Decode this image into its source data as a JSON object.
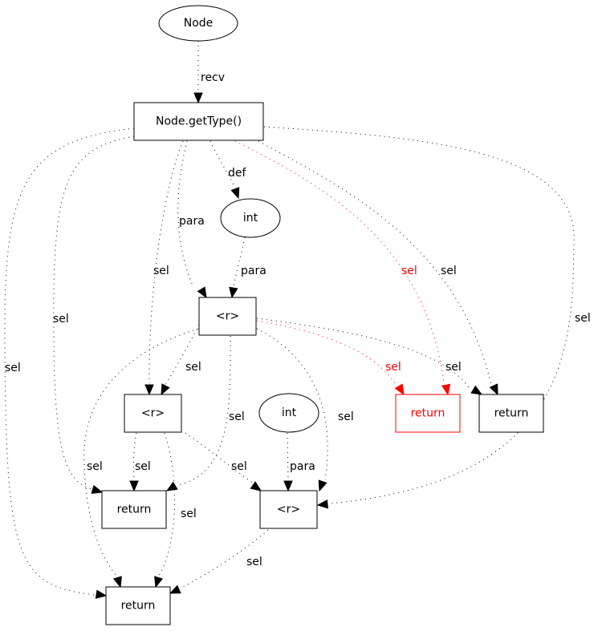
{
  "graph": {
    "nodes": [
      {
        "id": "node",
        "label": "Node",
        "shape": "ellipse",
        "color": "#000000"
      },
      {
        "id": "getType",
        "label": "Node.getType()",
        "shape": "box",
        "color": "#000000"
      },
      {
        "id": "int1",
        "label": "int",
        "shape": "ellipse",
        "color": "#000000"
      },
      {
        "id": "r1",
        "label": "<r>",
        "shape": "box",
        "color": "#000000"
      },
      {
        "id": "r2",
        "label": "<r>",
        "shape": "box",
        "color": "#000000"
      },
      {
        "id": "int2",
        "label": "int",
        "shape": "ellipse",
        "color": "#000000"
      },
      {
        "id": "ret_red",
        "label": "return",
        "shape": "box",
        "color": "#ff0000"
      },
      {
        "id": "ret_right",
        "label": "return",
        "shape": "box",
        "color": "#000000"
      },
      {
        "id": "ret_mid",
        "label": "return",
        "shape": "box",
        "color": "#000000"
      },
      {
        "id": "r3",
        "label": "<r>",
        "shape": "box",
        "color": "#000000"
      },
      {
        "id": "ret_bottom",
        "label": "return",
        "shape": "box",
        "color": "#000000"
      }
    ],
    "edges": [
      {
        "from": "node",
        "to": "getType",
        "label": "recv",
        "color": "#000000"
      },
      {
        "from": "getType",
        "to": "int1",
        "label": "def",
        "color": "#000000"
      },
      {
        "from": "getType",
        "to": "r1",
        "label": "para",
        "color": "#000000"
      },
      {
        "from": "int1",
        "to": "r1",
        "label": "para",
        "color": "#000000"
      },
      {
        "from": "getType",
        "to": "r2",
        "label": "sel",
        "color": "#000000"
      },
      {
        "from": "getType",
        "to": "ret_red",
        "label": "sel",
        "color": "#ff0000"
      },
      {
        "from": "getType",
        "to": "ret_right",
        "label": "sel",
        "color": "#000000"
      },
      {
        "from": "getType",
        "to": "r3",
        "label": "sel",
        "color": "#000000"
      },
      {
        "from": "getType",
        "to": "ret_mid",
        "label": "sel",
        "color": "#000000"
      },
      {
        "from": "getType",
        "to": "ret_bottom",
        "label": "sel",
        "color": "#000000"
      },
      {
        "from": "r1",
        "to": "r2",
        "label": "sel",
        "color": "#000000"
      },
      {
        "from": "r1",
        "to": "ret_red",
        "label": "sel",
        "color": "#ff0000"
      },
      {
        "from": "r1",
        "to": "ret_right",
        "label": "sel",
        "color": "#000000"
      },
      {
        "from": "r1",
        "to": "ret_mid",
        "label": "sel",
        "color": "#000000"
      },
      {
        "from": "r1",
        "to": "r3",
        "label": "sel",
        "color": "#000000"
      },
      {
        "from": "r1",
        "to": "ret_bottom",
        "label": "sel",
        "color": "#000000"
      },
      {
        "from": "r2",
        "to": "ret_mid",
        "label": "sel",
        "color": "#000000"
      },
      {
        "from": "r2",
        "to": "r3",
        "label": "sel",
        "color": "#000000"
      },
      {
        "from": "r2",
        "to": "ret_bottom",
        "label": "sel",
        "color": "#000000"
      },
      {
        "from": "int2",
        "to": "r3",
        "label": "para",
        "color": "#000000"
      },
      {
        "from": "r3",
        "to": "ret_bottom",
        "label": "sel",
        "color": "#000000"
      }
    ]
  }
}
